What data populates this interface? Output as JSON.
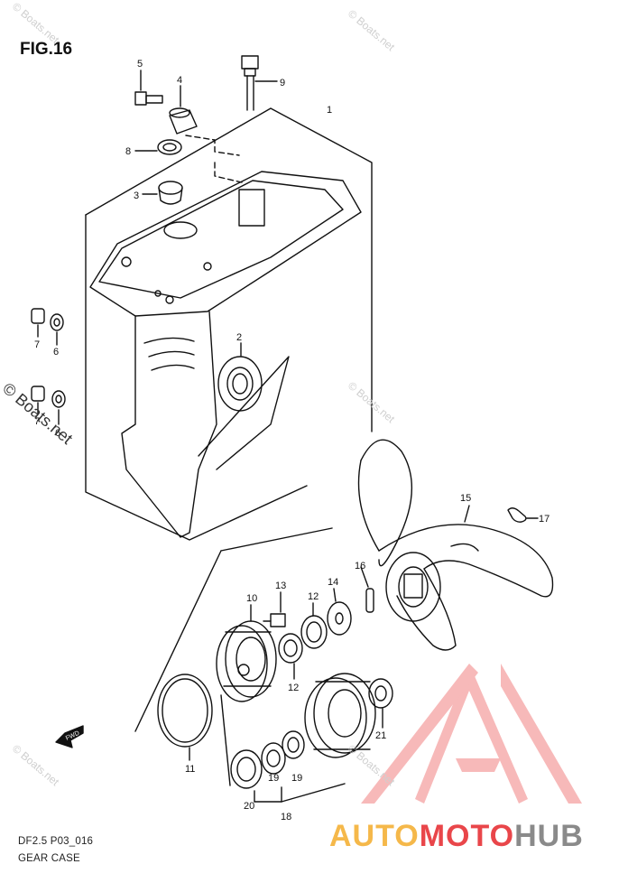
{
  "figure": {
    "title": "FIG.16",
    "code": "DF2.5 P03_016",
    "name": "GEAR CASE"
  },
  "watermarks": {
    "text": "© Boats.net",
    "side": "© Boats.net"
  },
  "brand": {
    "part1": "AUTO",
    "part2": "MOTO",
    "part3": "HUB",
    "colors": {
      "auto": "#f5b84a",
      "moto": "#e9464a",
      "hub": "#8a8a8a",
      "logo": "#f28b8b"
    }
  },
  "fwd_label": "FWD",
  "callouts": [
    "1",
    "2",
    "3",
    "4",
    "5",
    "6",
    "6",
    "7",
    "7",
    "8",
    "9",
    "10",
    "11",
    "12",
    "12",
    "13",
    "14",
    "15",
    "16",
    "17",
    "18",
    "19",
    "19",
    "20",
    "21"
  ]
}
